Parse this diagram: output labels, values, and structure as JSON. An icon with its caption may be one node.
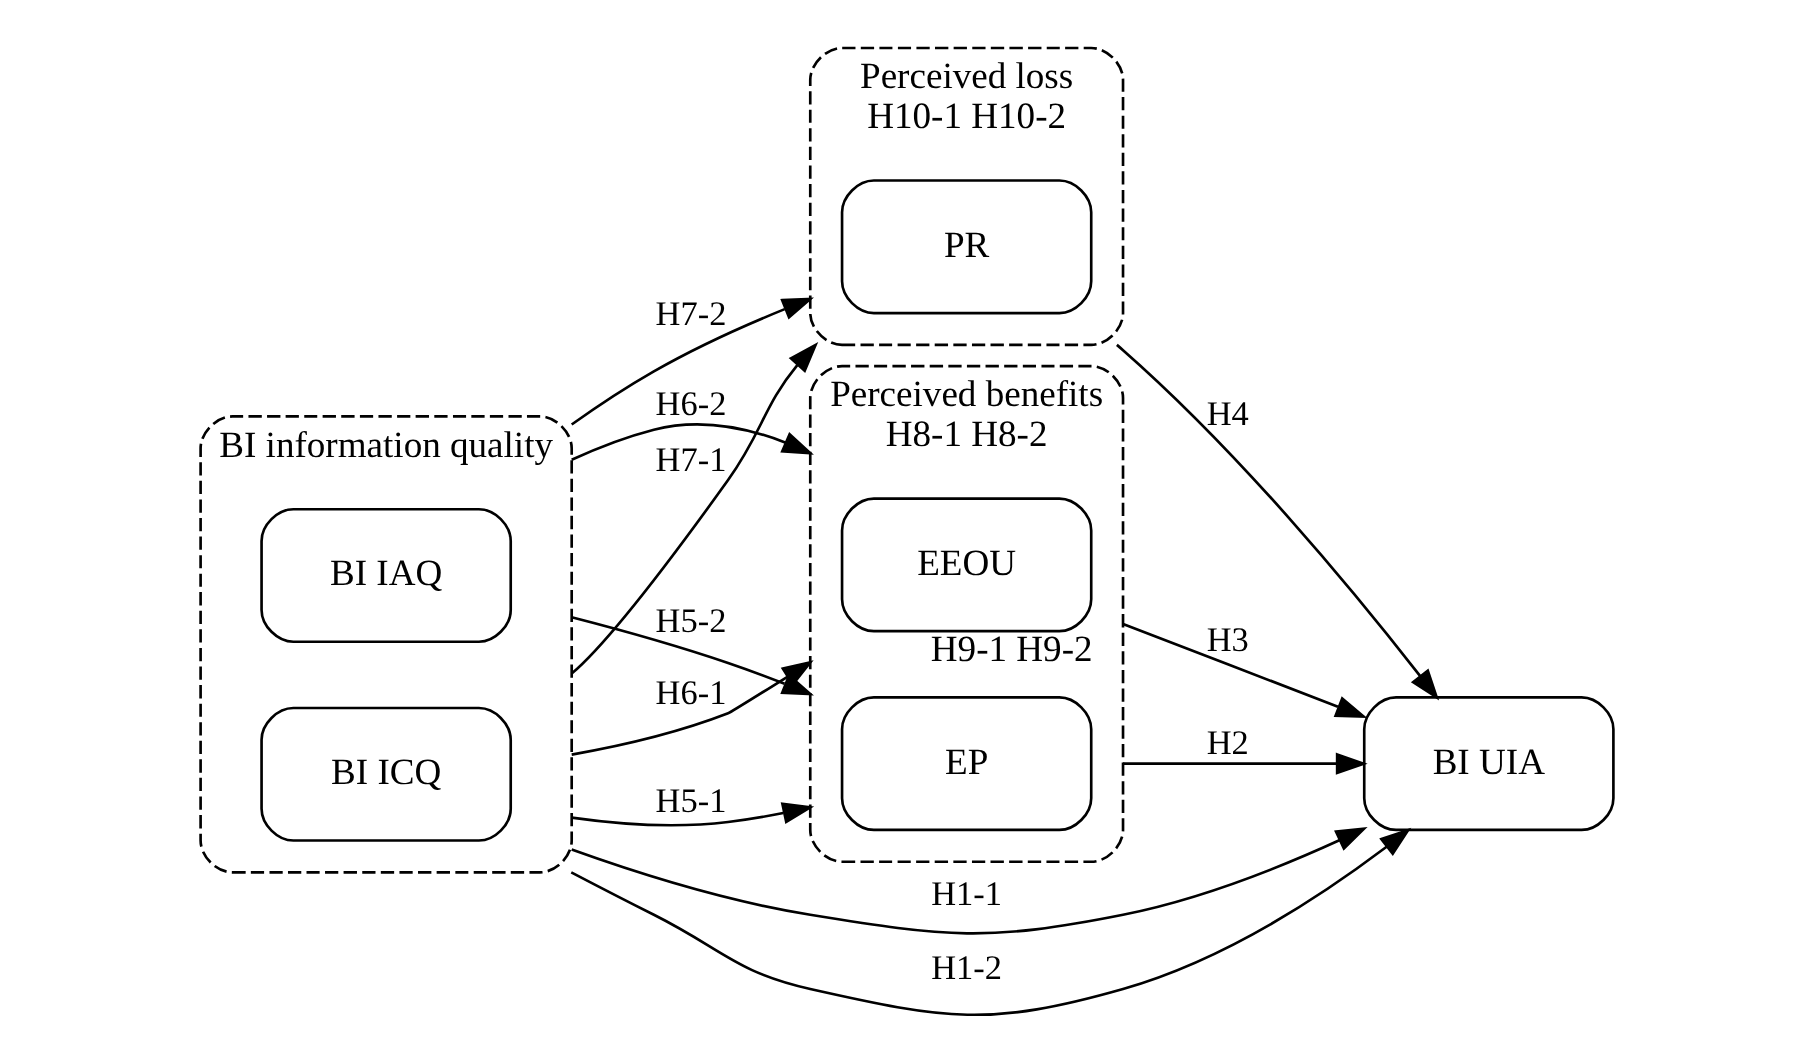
{
  "diagram": {
    "nodes": [
      {
        "text": [
          "BI information quality"
        ]
      },
      {
        "text": [
          "BI ICQ"
        ],
        "in": 0
      },
      {
        "text": [
          "BI IAQ"
        ],
        "in": 0
      },
      {
        "text": [
          "Perceived benefits",
          "H8-1 H8-2"
        ]
      },
      {
        "text": [
          "EP"
        ],
        "in": 3
      },
      {
        "text": [
          "EEOU"
        ],
        "in": 3,
        "beside": [
          "H9-1 H9-2"
        ]
      },
      {
        "text": [
          "Perceived loss",
          "H10-1 H10-2"
        ]
      },
      {
        "text": [
          "PR"
        ],
        "in": 6
      },
      {
        "text": [
          "BI UIA"
        ]
      }
    ],
    "edges": [
      {
        "from": 0,
        "to": 8,
        "arrow": "to",
        "label": "H1-1"
      },
      {
        "from": 1,
        "to": 4,
        "arrow": "to",
        "label": "H5-1"
      },
      {
        "from": 2,
        "to": 4,
        "arrow": "to",
        "label": "H5-2"
      },
      {
        "from": 1,
        "to": 5,
        "arrow": "to",
        "label": "H6-1"
      },
      {
        "from": 2,
        "to": 5,
        "arrow": "to",
        "label": "H6-2"
      },
      {
        "from": 1,
        "to": 7,
        "arrow": "to",
        "label": "H7-1"
      },
      {
        "from": 2,
        "to": 7,
        "arrow": "to",
        "label": "H7-2"
      },
      {
        "from": 4,
        "to": 8,
        "arrow": "to",
        "label": "H2"
      },
      {
        "from": 5,
        "to": 8,
        "arrow": "to",
        "label": "H3"
      },
      {
        "from": 7,
        "to": 8,
        "arrow": "to",
        "label": "H4"
      },
      {
        "from": 0,
        "to": 8,
        "arrow": "to",
        "label": "H1-2"
      }
    ]
  }
}
